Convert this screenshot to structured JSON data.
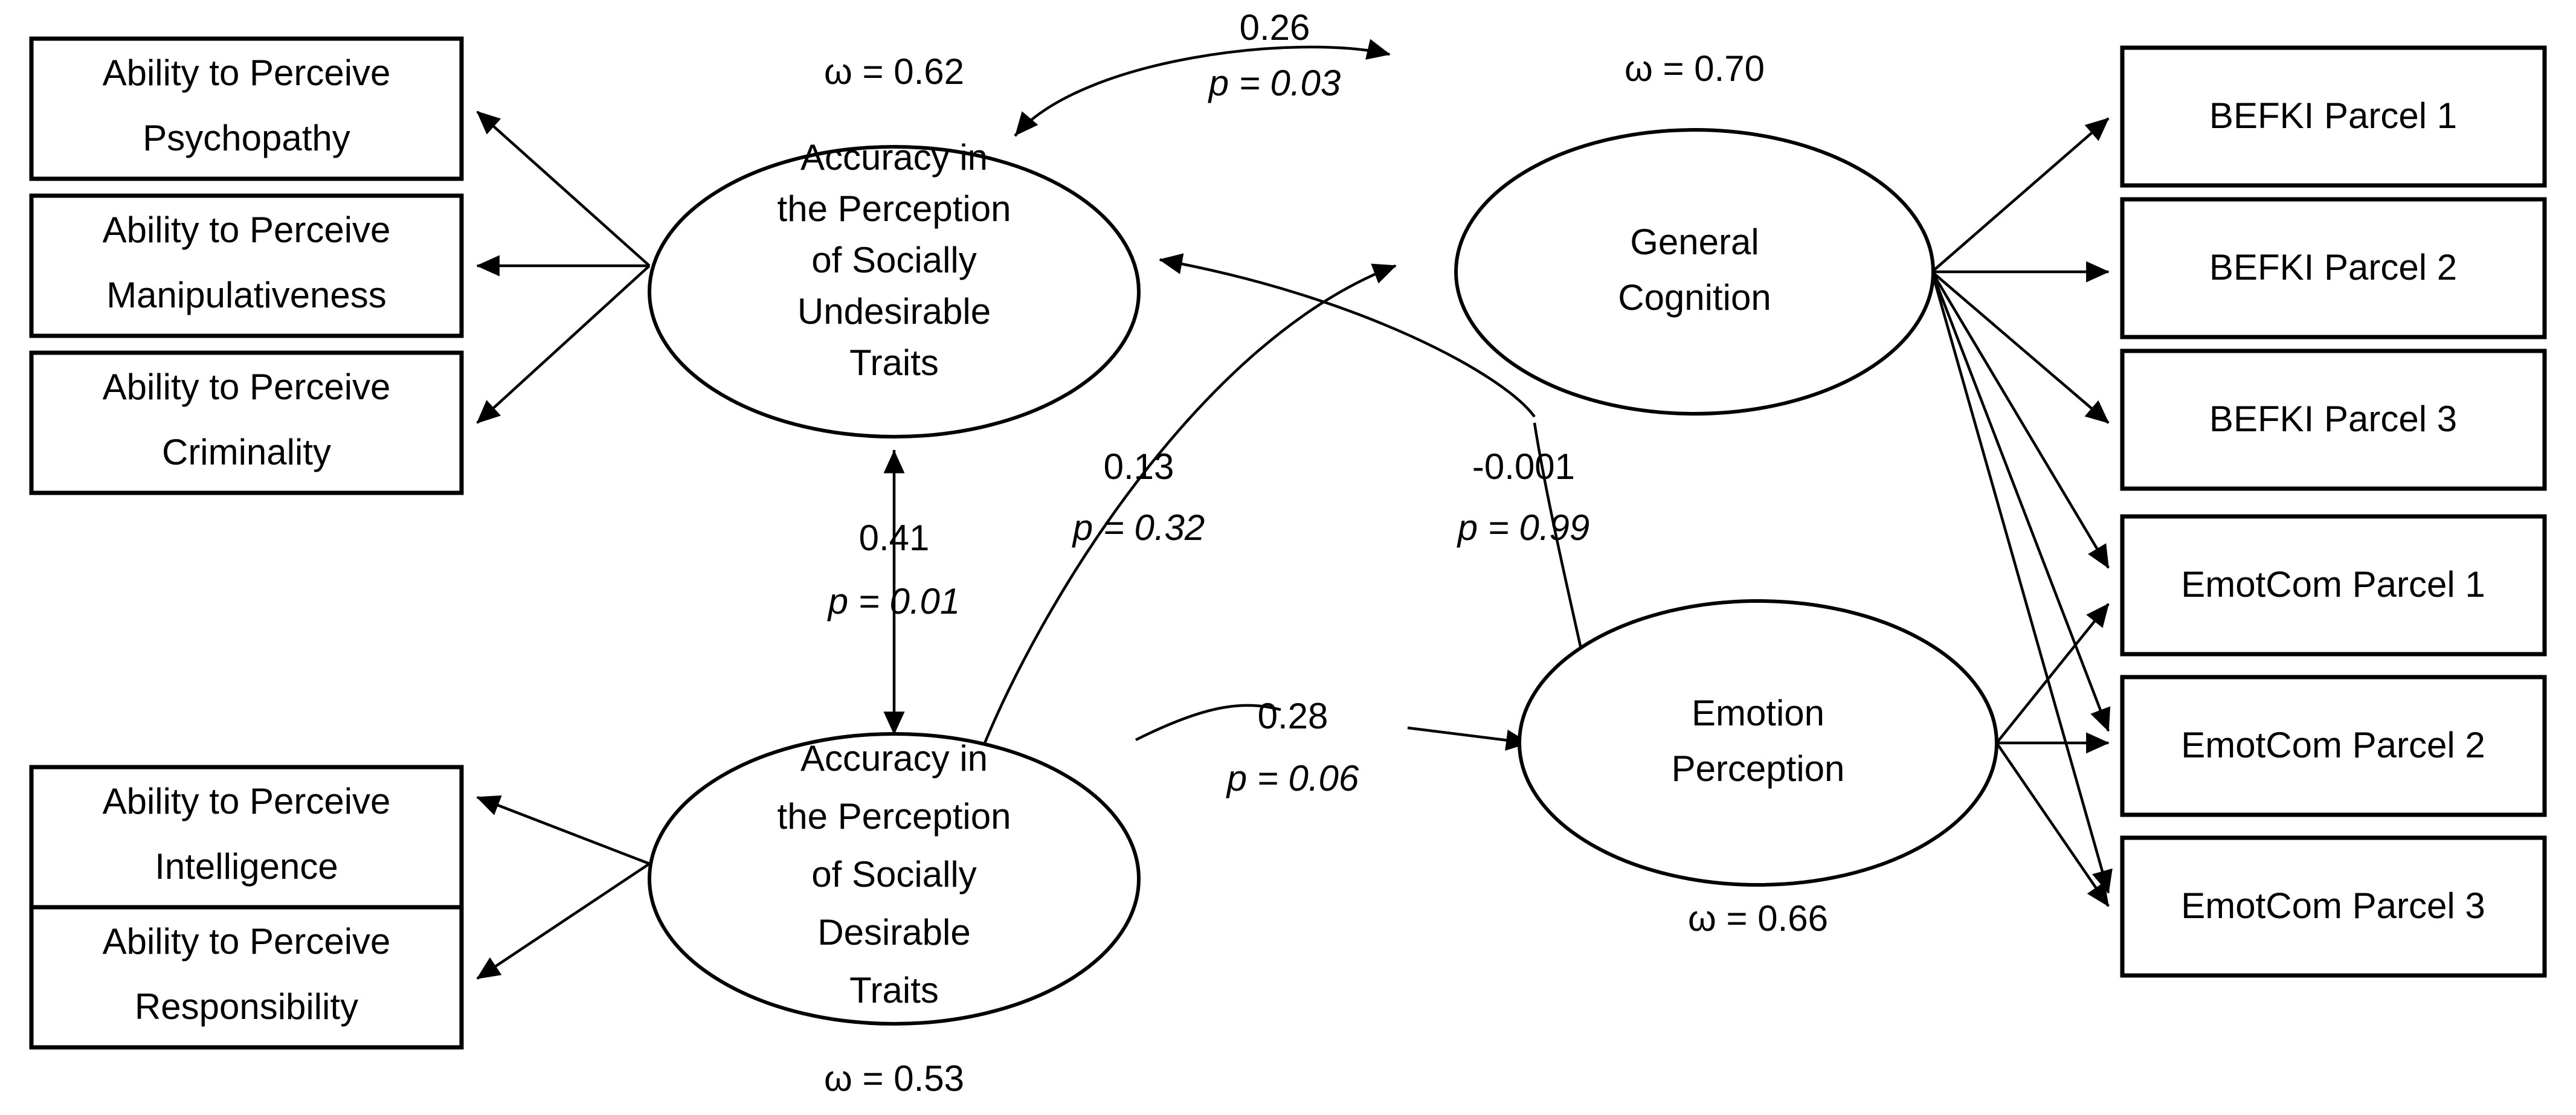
{
  "figure": {
    "type": "structural-equation-model-path-diagram",
    "omega_symbol": "ω",
    "p_symbol": "p"
  },
  "observed_indicators_left_upper": [
    {
      "id": "psychopathy",
      "line1": "Ability to Perceive",
      "line2": "Psychopathy"
    },
    {
      "id": "manipulativeness",
      "line1": "Ability to Perceive",
      "line2": "Manipulativeness"
    },
    {
      "id": "criminality",
      "line1": "Ability to Perceive",
      "line2": "Criminality"
    }
  ],
  "observed_indicators_left_lower": [
    {
      "id": "intelligence",
      "line1": "Ability to Perceive",
      "line2": "Intelligence"
    },
    {
      "id": "responsibility",
      "line1": "Ability to Perceive",
      "line2": "Responsibility"
    }
  ],
  "observed_indicators_right": [
    {
      "id": "befki-parcel-1",
      "label": "BEFKI Parcel 1"
    },
    {
      "id": "befki-parcel-2",
      "label": "BEFKI Parcel 2"
    },
    {
      "id": "befki-parcel-3",
      "label": "BEFKI Parcel 3"
    },
    {
      "id": "emotcom-parcel-1",
      "label": "EmotCom Parcel 1"
    },
    {
      "id": "emotcom-parcel-2",
      "label": "EmotCom Parcel 2"
    },
    {
      "id": "emotcom-parcel-3",
      "label": "EmotCom Parcel 3"
    }
  ],
  "latent_factors": [
    {
      "id": "undesirable-traits",
      "lines": [
        "Accuracy in",
        "the Perception",
        "of Socially",
        "Undesirable",
        "Traits"
      ],
      "omega": "ω = 0.62",
      "omega_value": 0.62,
      "omega_position": "above"
    },
    {
      "id": "general-cognition",
      "lines": [
        "General",
        "Cognition"
      ],
      "omega": "ω = 0.70",
      "omega_value": 0.7,
      "omega_position": "above"
    },
    {
      "id": "desirable-traits",
      "lines": [
        "Accuracy in",
        "the Perception",
        "of Socially",
        "Desirable",
        "Traits"
      ],
      "omega": "ω = 0.53",
      "omega_value": 0.53,
      "omega_position": "below"
    },
    {
      "id": "emotion-perception",
      "lines": [
        "Emotion",
        "Perception"
      ],
      "omega": "ω = 0.66",
      "omega_value": 0.66,
      "omega_position": "below"
    }
  ],
  "paths": [
    {
      "id": "undesirable-cognition-covariance",
      "from": "undesirable-traits",
      "to": "general-cognition",
      "arrow": "double",
      "coefficient": "0.26",
      "coefficient_value": 0.26,
      "p_text": "p = 0.03",
      "p_value": 0.03
    },
    {
      "id": "undesirable-desirable-covariance",
      "from": "undesirable-traits",
      "to": "desirable-traits",
      "arrow": "double",
      "coefficient": "0.41",
      "coefficient_value": 0.41,
      "p_text": "p = 0.01",
      "p_value": 0.01
    },
    {
      "id": "desirable-cognition-path",
      "from": "desirable-traits",
      "to": "general-cognition",
      "arrow": "single",
      "coefficient": "0.13",
      "coefficient_value": 0.13,
      "p_text": "p = 0.32",
      "p_value": 0.32
    },
    {
      "id": "undesirable-emotion-path",
      "from": "undesirable-traits",
      "to": "emotion-perception",
      "arrow": "single",
      "coefficient": "-0.001",
      "coefficient_value": -0.001,
      "p_text": "p = 0.99",
      "p_value": 0.99
    },
    {
      "id": "desirable-emotion-path",
      "from": "desirable-traits",
      "to": "emotion-perception",
      "arrow": "single",
      "coefficient": "0.28",
      "coefficient_value": 0.28,
      "p_text": "p = 0.06",
      "p_value": 0.06
    }
  ]
}
